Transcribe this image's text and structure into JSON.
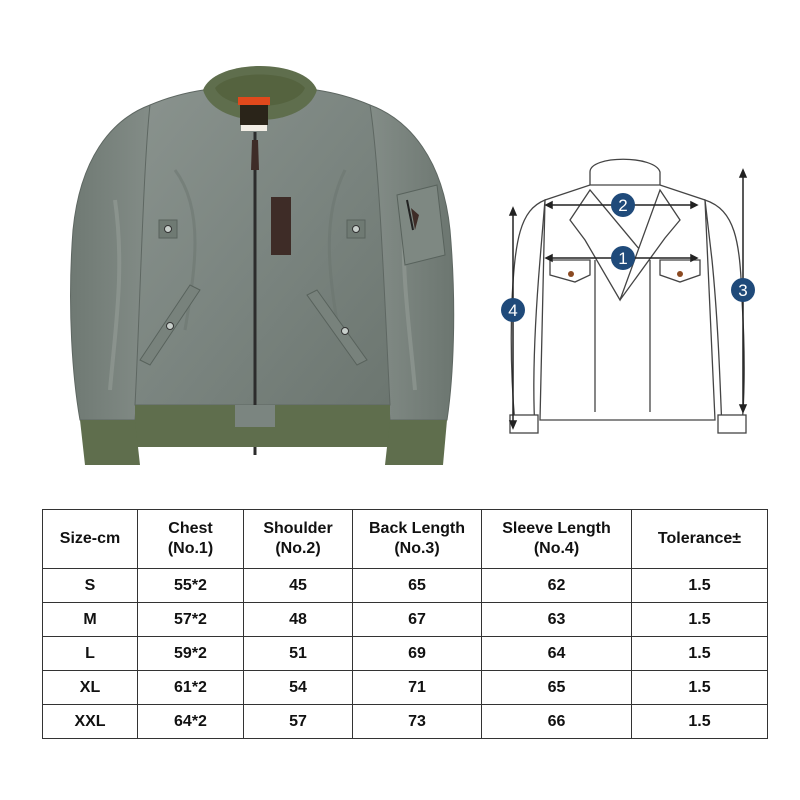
{
  "product_photo": {
    "subject": "sage grey-green MA-1 bomber jacket with olive ribbed collar, cuffs and waistband",
    "colors": {
      "shell": "#7d8781",
      "rib": "#5f6e4d",
      "label_orange": "#e0491c",
      "patch": "#3e2c27"
    }
  },
  "measurement_diagram": {
    "markers": [
      {
        "number": "1",
        "meaning": "Chest"
      },
      {
        "number": "2",
        "meaning": "Shoulder"
      },
      {
        "number": "3",
        "meaning": "Back Length"
      },
      {
        "number": "4",
        "meaning": "Sleeve Length"
      }
    ],
    "marker_color": "#1f4a7a"
  },
  "size_table": {
    "headers": [
      {
        "line1": "Size-cm",
        "line2": ""
      },
      {
        "line1": "Chest",
        "line2": "(No.1)"
      },
      {
        "line1": "Shoulder",
        "line2": "(No.2)"
      },
      {
        "line1": "Back Length",
        "line2": "(No.3)"
      },
      {
        "line1": "Sleeve Length",
        "line2": "(No.4)"
      },
      {
        "line1": "Tolerance±",
        "line2": ""
      }
    ],
    "rows": [
      [
        "S",
        "55*2",
        "45",
        "65",
        "62",
        "1.5"
      ],
      [
        "M",
        "57*2",
        "48",
        "67",
        "63",
        "1.5"
      ],
      [
        "L",
        "59*2",
        "51",
        "69",
        "64",
        "1.5"
      ],
      [
        "XL",
        "61*2",
        "54",
        "71",
        "65",
        "1.5"
      ],
      [
        "XXL",
        "64*2",
        "57",
        "73",
        "66",
        "1.5"
      ]
    ]
  }
}
